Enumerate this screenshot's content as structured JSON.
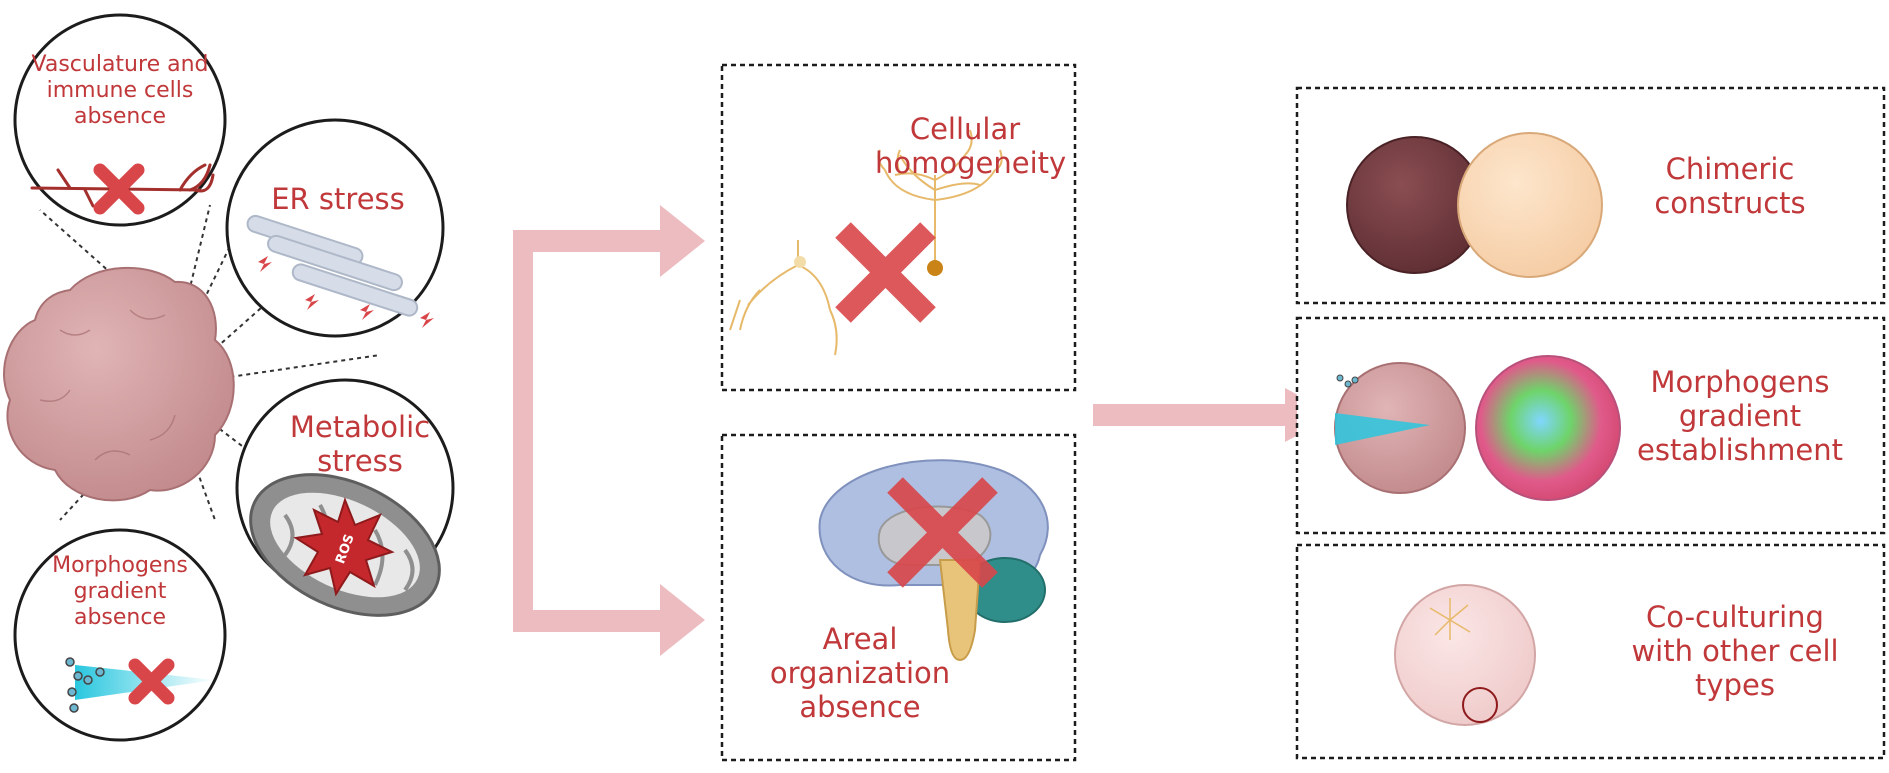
{
  "colors": {
    "label": "#c0383a",
    "arrow": "#ecbcc0",
    "organoid": "#cf9a9c",
    "cross": "#d9464a",
    "box_border": "#2b2b2b"
  },
  "problems": {
    "vasculature": "Vasculature and immune cells absence",
    "er_stress": "ER stress",
    "metabolic_stress": "Metabolic stress",
    "morphogens_absence": "Morphogens gradient absence"
  },
  "issues": {
    "cellular_homogeneity": "Cellular homogeneity",
    "areal_organization": "Areal organization absence"
  },
  "solutions": {
    "chimeric": "Chimeric constructs",
    "morphogens_gradient": "Morphogens gradient establishment",
    "coculturing": "Co-culturing with other cell types"
  },
  "icons": {
    "ros_text": "ROS"
  }
}
